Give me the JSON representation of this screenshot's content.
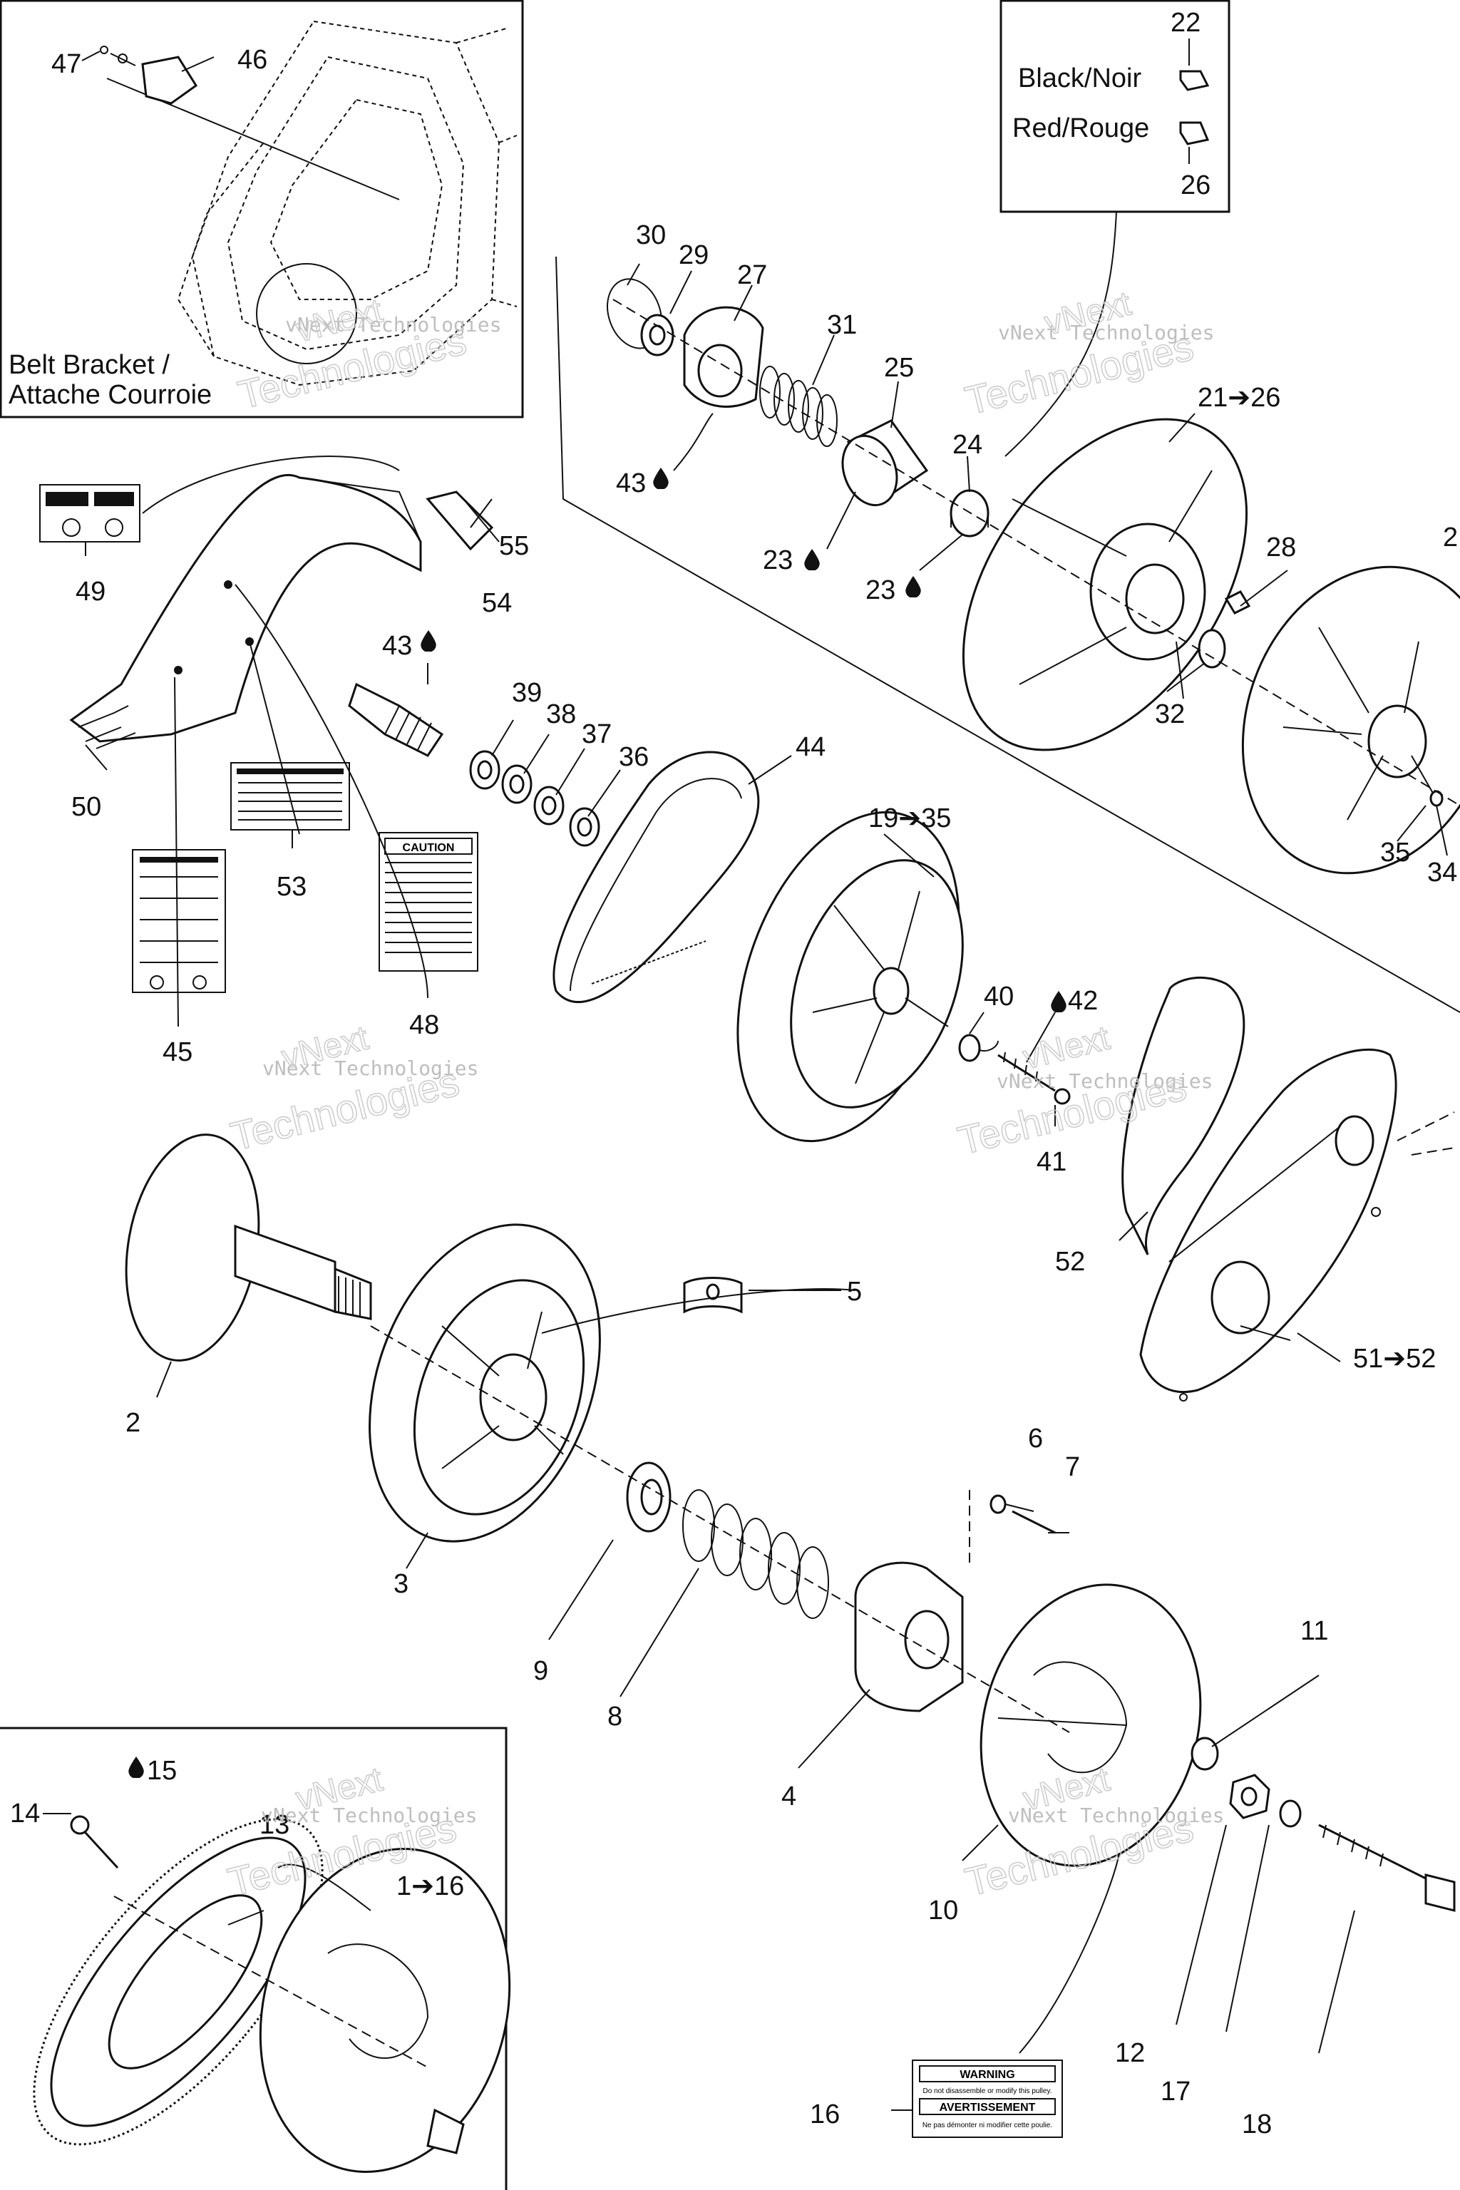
{
  "insets": {
    "belt_bracket": {
      "line1": "Belt Bracket /",
      "line2": "Attache Courroie"
    },
    "connectors": {
      "black": "Black/Noir",
      "red": "Red/Rouge"
    }
  },
  "callouts": {
    "c1_16": "1➔16",
    "c2": "2",
    "c3": "3",
    "c4": "4",
    "c5": "5",
    "c6": "6",
    "c7": "7",
    "c8": "8",
    "c9": "9",
    "c10": "10",
    "c11": "11",
    "c12": "12",
    "c13": "13",
    "c14": "14",
    "c15": "15",
    "c16": "16",
    "c17": "17",
    "c18": "18",
    "c19_35": "19➔35",
    "c21_26": "21➔26",
    "c22": "22",
    "c23a": "23",
    "c23b": "23",
    "c24": "24",
    "c25": "25",
    "c26": "26",
    "c27": "27",
    "c28": "28",
    "c29": "29",
    "c30": "30",
    "c31": "31",
    "c32": "32",
    "c34": "34",
    "c35": "35",
    "c36": "36",
    "c37": "37",
    "c38": "38",
    "c39": "39",
    "c40": "40",
    "c41": "41",
    "c42": "42",
    "c43a": "43",
    "c43b": "43",
    "c44": "44",
    "c45": "45",
    "c46": "46",
    "c47": "47",
    "c48": "48",
    "c49": "49",
    "c50": "50",
    "c51_52": "51➔52",
    "c52": "52",
    "c53": "53",
    "c54": "54",
    "c55": "55",
    "c2r": "2"
  },
  "decals": {
    "warning": "WARNING",
    "warning_text": "Do not disassemble or modify this pulley.",
    "avertissement": "AVERTISSEMENT",
    "avertissement_text": "Ne pas démonter ni modifier cette poulie.",
    "caution": "CAUTION"
  },
  "watermark": {
    "line1": "vNext",
    "line2": "vNext Technologies",
    "line3": "Technologies"
  },
  "icons": [
    "drop-icon",
    "arrow-right-icon"
  ]
}
